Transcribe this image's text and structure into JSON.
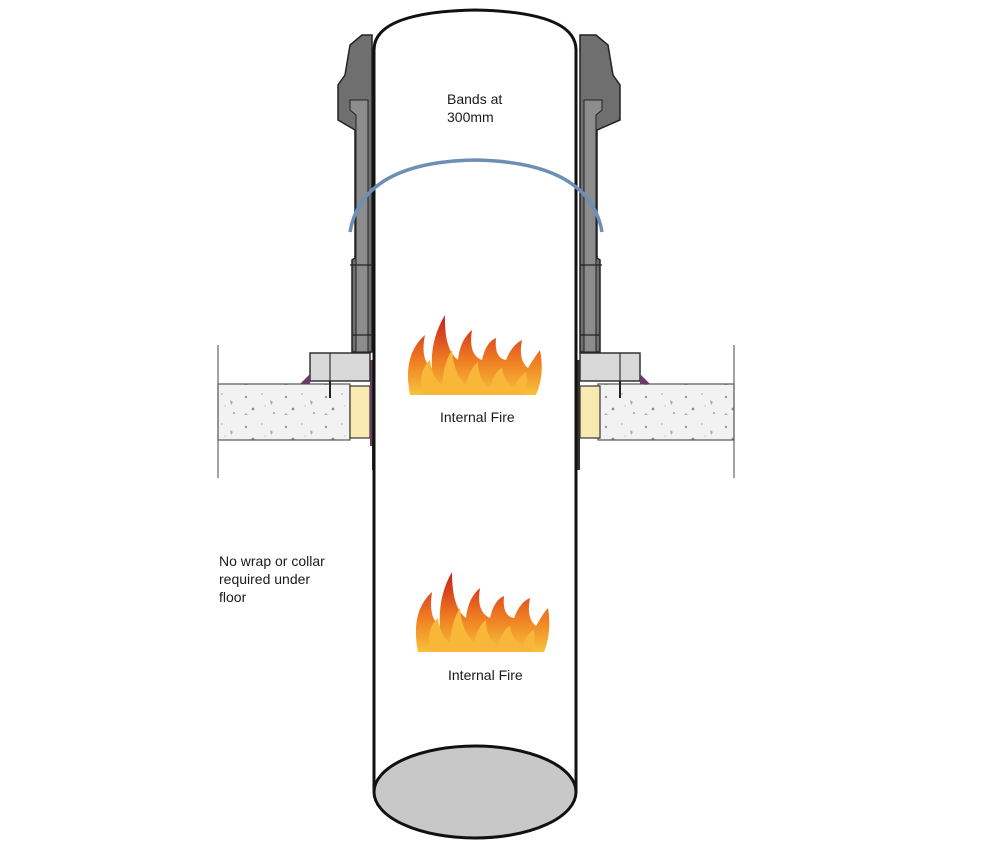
{
  "labels": {
    "bands": [
      "Bands at",
      "300mm"
    ],
    "fire_upper": "Internal Fire",
    "fire_lower": "Internal Fire",
    "under_floor": [
      "No wrap or collar",
      "required under",
      "floor"
    ]
  },
  "colors": {
    "pipe_outline": "#111111",
    "pipe_base": "#c8c8c8",
    "band": "#6d8fb5",
    "wrap_dark": "#4a4a4a",
    "wrap_mid": "#7a7a7a",
    "slab": "#f1f1f1",
    "intumescent": "#f7e9b0",
    "seal": "#6a3b6a",
    "flame_outer": "#f4a521",
    "flame_mid": "#e8541f",
    "flame_inner": "#c81c1c"
  }
}
